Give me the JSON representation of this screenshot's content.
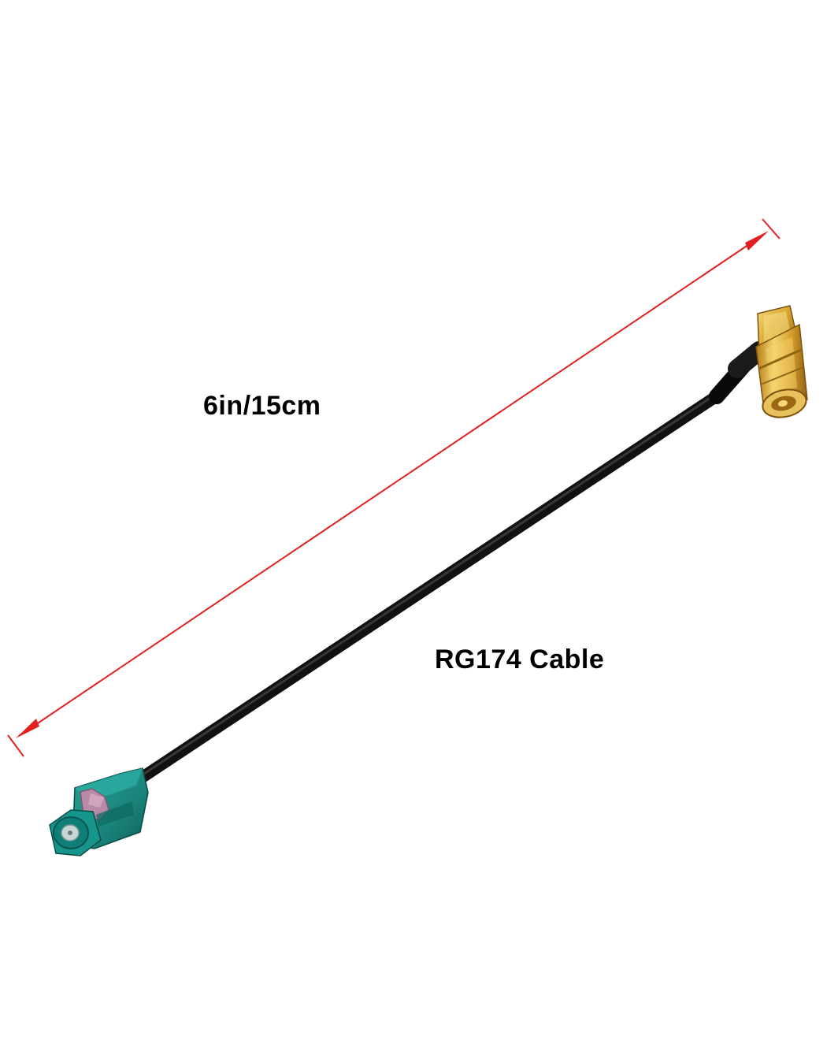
{
  "product_photo": {
    "length_label": "6in/15cm",
    "cable_type_label": "RG174 Cable",
    "colors": {
      "background": "#ffffff",
      "dimension_arrow": "#e32020",
      "cable_jacket": "#1f1f1f",
      "fakra_housing": "#1f8f86",
      "fakra_key": "#b98aa8",
      "smb_connector": "#d9a531"
    },
    "components": {
      "left_connector": "teal-fakra-connector",
      "right_connector": "gold-right-angle-smb-connector",
      "cable": "black-coaxial-cable",
      "dimension_marker": "red-double-headed-arrow"
    }
  }
}
